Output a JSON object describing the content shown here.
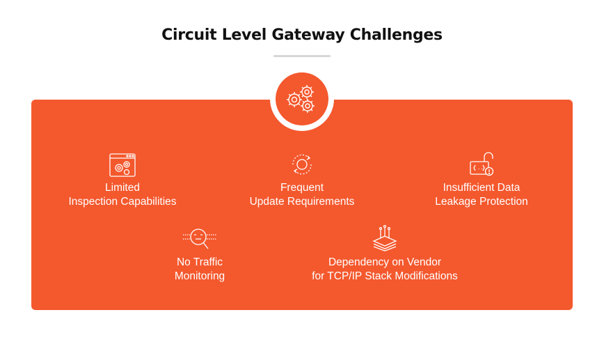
{
  "title": "Circuit Level Gateway Challenges",
  "colors": {
    "accent": "#f4582d",
    "text_on_accent": "#ffffff",
    "title": "#111111",
    "divider": "#d6d6d6"
  },
  "hub": {
    "icon": "gears-icon"
  },
  "challenges": [
    {
      "icon": "browser-gears-icon",
      "lines": [
        "Limited",
        "Inspection Capabilities"
      ]
    },
    {
      "icon": "refresh-cycle-icon",
      "lines": [
        "Frequent",
        "Update Requirements"
      ]
    },
    {
      "icon": "unlocked-code-alert-icon",
      "lines": [
        "Insufficient Data",
        "Leakage Protection"
      ]
    },
    {
      "icon": "magnifier-traffic-icon",
      "lines": [
        "No Traffic",
        "Monitoring"
      ]
    },
    {
      "icon": "stack-layers-icon",
      "lines": [
        "Dependency on Vendor",
        "for TCP/IP Stack Modifications"
      ]
    }
  ]
}
